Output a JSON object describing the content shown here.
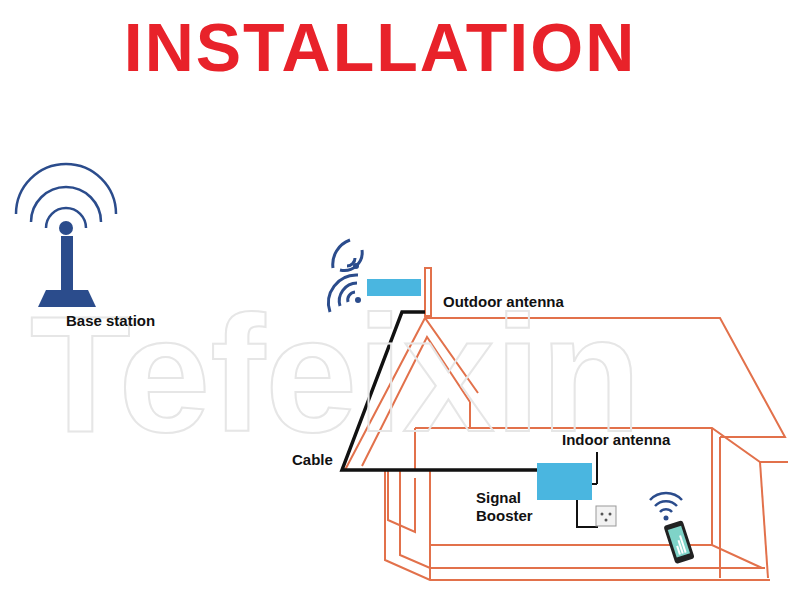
{
  "diagram": {
    "title": "INSTALLATION",
    "labels": [
      "Tefeixin",
      "Base station",
      "Outdoor antenna",
      "Cable",
      "Indoor antenna",
      "Signal Booster"
    ]
  }
}
